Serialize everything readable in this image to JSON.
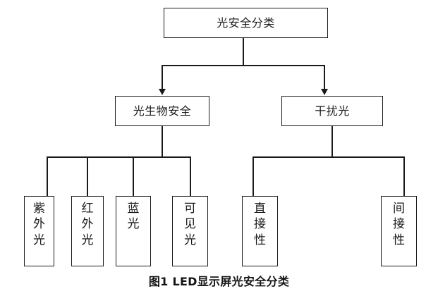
{
  "figure": {
    "caption": "图1  LED显示屏光安全分类",
    "background_color": "#ffffff",
    "line_color": "#1a1a1a"
  },
  "diagram": {
    "type": "tree-hierarchy",
    "root": {
      "label": "光安全分类"
    },
    "level2": [
      {
        "label": "光生物安全"
      },
      {
        "label": "干扰光"
      }
    ],
    "leaves_left": [
      {
        "label": "紫外光"
      },
      {
        "label": "红外光"
      },
      {
        "label": "蓝光"
      },
      {
        "label": "可见光"
      }
    ],
    "leaves_right": [
      {
        "label": "直接性"
      },
      {
        "label": "间接性"
      }
    ]
  }
}
